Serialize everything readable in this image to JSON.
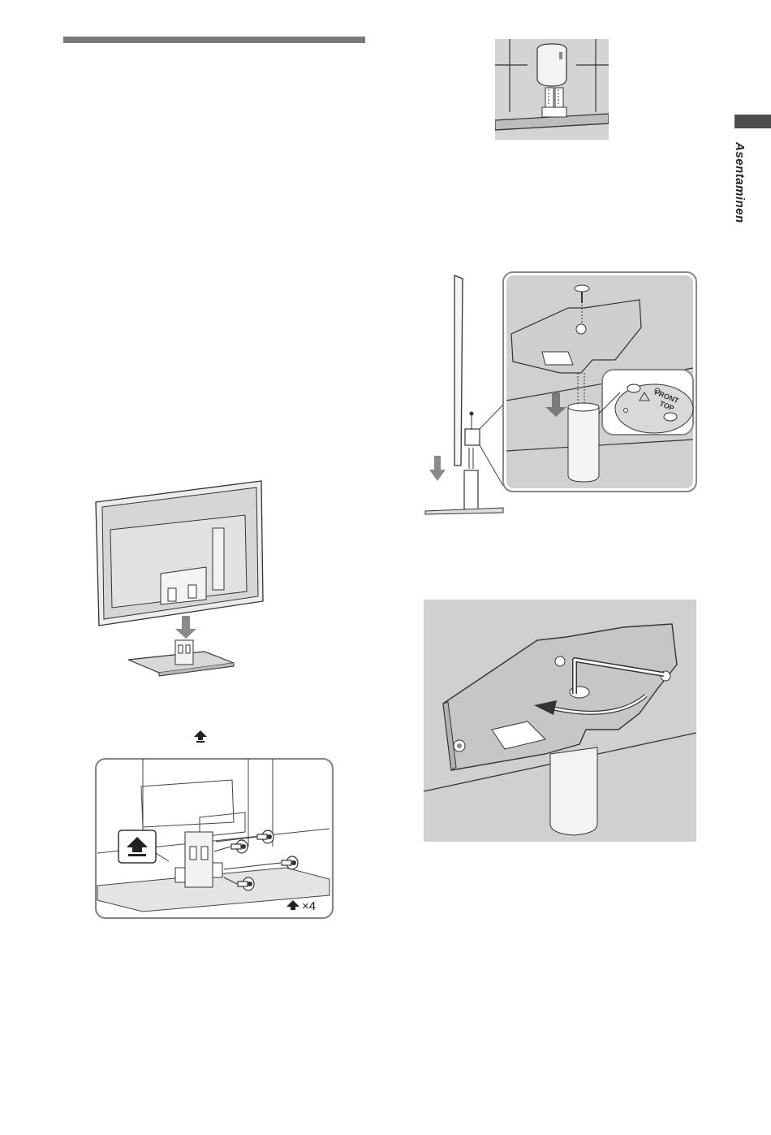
{
  "sidebar": {
    "section_label": "Asentaminen"
  },
  "figures": {
    "screw_diagram": {
      "count_label": "×4"
    },
    "lock_detail": {
      "front_label": "FRONT",
      "top_label": "TOP"
    }
  }
}
